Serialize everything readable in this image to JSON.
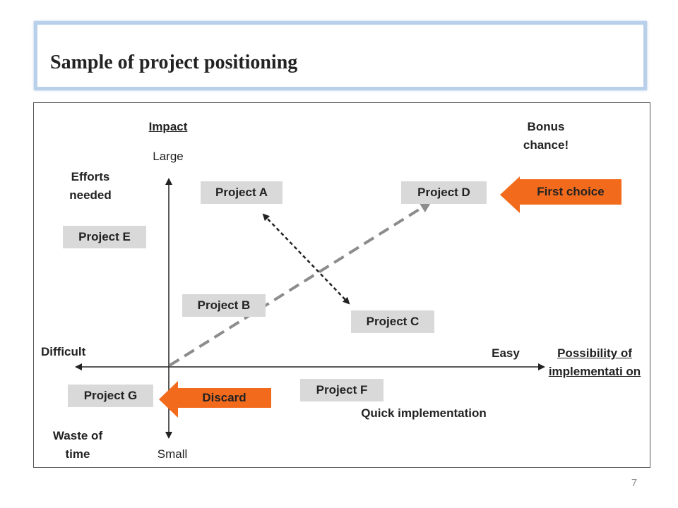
{
  "title": "Sample of project positioning",
  "axes": {
    "y_title": "Impact",
    "y_top": "Large",
    "y_bottom": "Small",
    "x_left": "Difficult",
    "x_right": "Easy",
    "x_title": "Possibility of implementati on"
  },
  "quadrants": {
    "top_left": "Efforts needed",
    "top_right": "Bonus chance!",
    "bottom_left": "Waste of time",
    "bottom_right": "Quick implementation"
  },
  "projects": {
    "a": "Project A",
    "b": "Project B",
    "c": "Project C",
    "d": "Project D",
    "e": "Project E",
    "f": "Project F",
    "g": "Project G"
  },
  "callouts": {
    "first_choice": "First choice",
    "discard": "Discard"
  },
  "colors": {
    "callout": "#f26b1d",
    "project_box": "#d9d9d9",
    "dashed_trend": "#8c8c8c",
    "title_border": "#b8d0ea"
  },
  "page_number": "7"
}
